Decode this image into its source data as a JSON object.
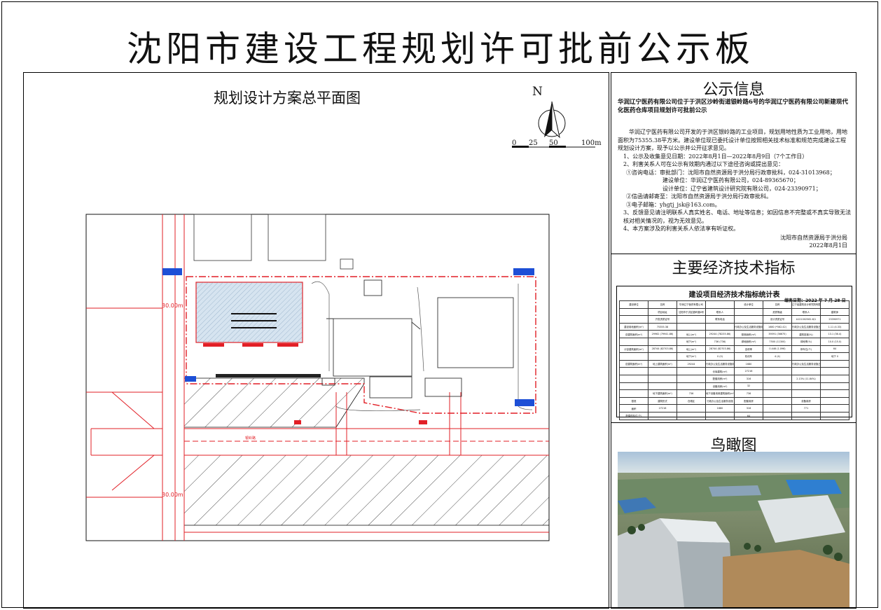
{
  "board": {
    "title": "沈阳市建设工程规划许可批前公示板"
  },
  "plan": {
    "title": "规划设计方案总平面图",
    "north_label": "N",
    "scale_labels": [
      "0",
      "25",
      "50",
      "100m"
    ],
    "road_widths": [
      "30.00m",
      "30.00m"
    ],
    "road_name": "银岭路"
  },
  "notice": {
    "title": "公示信息",
    "subtitle": "华润辽宁医药有限公司位于于洪区沙岭街道银岭路6号的华润辽宁医药有限公司新建现代化医药仓库项目规划许可批前公示",
    "paragraphs": [
      "华润辽宁医药有限公司开发的于洪区银岭路的工业项目，规划用地性质为工业用地，用地面积为75355.38平方米。建设单位现已委托设计单位按照相关技术标准和规范完成建设工程规划设计方案，现予以公示并公开征求意见。",
      "1、公示及收集意见日期：2022年8月1日—2022年8月9日（7个工作日）",
      "2、利害关系人可在公示有效期内通过以下途径咨询或提出意见：",
      "①咨询电话：审批部门：沈阳市自然资源局于洪分局行政审批科，024-31013968；",
      "建设单位：华润辽宁医药有限公司，024-89365670；",
      "设计单位：辽宁省建筑设计研究院有限公司，024-23390971；",
      "②信函请邮寄至：沈阳市自然资源局于洪分局行政审批科。",
      "③电子邮箱：yhgtj_jsk@163.com。",
      "3、反馈意见请注明联系人真实姓名、电话、地址等信息；如因信息不完整或不真实导致无法核对相关情况的，视为无效意见。",
      "4、本方案涉及的利害关系人依法享有听证权。"
    ],
    "issuer": "沈阳市自然资源局于洪分局",
    "date": "2022年8月1日"
  },
  "econ": {
    "section_title": "主要经济技术指标",
    "table_title": "建设项目经济技术指标统计表",
    "table_date": "编表日期：2022 年 7 月 28 日",
    "rows": [
      [
        "建设单位",
        "名称",
        "华润辽宁医药有限公司",
        "",
        "设计单位",
        "名称",
        "辽宁省建筑设计研究院有限责任公司",
        ""
      ],
      [
        "",
        "项目地址",
        "沈阳市于洪区银岭路6号",
        "联系人",
        "",
        "资质等级",
        "联系人",
        "建筑师"
      ],
      [
        "",
        "开发资质证号",
        "",
        "联系电话",
        "",
        "设计资质证号",
        "A121002562-6/1",
        "23390971"
      ],
      [
        "建设用地面积(m²)",
        "75355.38",
        "",
        "",
        "行政办公及生活服务设施用地面积(m²)",
        "1680 (*562.42)",
        "行政办公及生活服务设施占地面积(%)",
        "1.11 (4.33)"
      ],
      [
        "总建筑面积(m²)",
        "29962 (79941.86)",
        "地上(m²)",
        "29244 (78235.86)",
        "基底面积(m²)",
        "39591 (36675)",
        "建筑密度(%)",
        "13.1 (36.4)"
      ],
      [
        "",
        "",
        "地下(m²)",
        "736 (736)",
        "绿地面积(m²)",
        "7500 (11300)",
        "绿地率(%)",
        "10.0 (15.0)"
      ],
      [
        "计容建筑面积(m²)",
        "28744 (82703.86)",
        "地上(m²)",
        "28744 (82703.86)",
        "容积率",
        "0.446 (1.096)",
        "停车位(个)",
        "64"
      ],
      [
        "",
        "",
        "地下(m²)",
        "0 (0)",
        "机动车",
        "4 (4)",
        "",
        "地下 0"
      ],
      [
        "总建筑面积(m²)",
        "地上建筑面积(m²)",
        "29244",
        "行政办公及生活服务设施用房(m²)",
        "1680",
        "",
        "行政办公及生活服务设施占(建筑面积比)",
        ""
      ],
      [
        "",
        "",
        "",
        "仓库建筑(m²)",
        "27216",
        "",
        "",
        ""
      ],
      [
        "",
        "",
        "",
        "配套用房(m²)",
        "316",
        "",
        "2.13% (11.84%)",
        ""
      ],
      [
        "",
        "",
        "",
        "设备用房(m²)",
        "32",
        "",
        "",
        ""
      ],
      [
        "",
        "地下建筑面积(m²)",
        "736",
        "地下设备用房建筑面积(m²)",
        "736",
        "",
        "",
        ""
      ],
      [
        "基底",
        "建筑形式",
        "仓储区",
        "行政办公及生活服务设施",
        "配套用房",
        "",
        "设备用房",
        ""
      ],
      [
        "面积",
        "27216",
        "",
        "1680",
        "316",
        "",
        "771",
        ""
      ],
      [
        "配建停车位(个)",
        "",
        "",
        "",
        "64",
        "",
        "",
        ""
      ]
    ]
  },
  "aerial": {
    "title": "鸟瞰图"
  }
}
